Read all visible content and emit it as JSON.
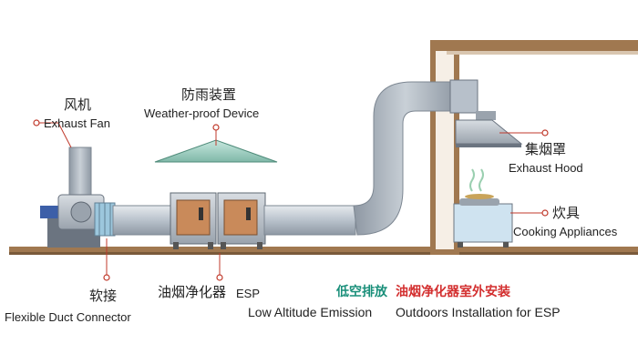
{
  "labels": {
    "exhaust_fan_zh": "风机",
    "exhaust_fan_en": "Exhaust Fan",
    "weather_zh": "防雨装置",
    "weather_en": "Weather-proof Device",
    "hood_zh": "集烟罩",
    "hood_en": "Exhaust Hood",
    "cooking_zh": "炊具",
    "cooking_en": "Cooking Appliances",
    "connector_zh": "软接",
    "connector_en": "Flexible Duct Connector",
    "esp_zh": "油烟净化器",
    "esp_en": "ESP",
    "low_alt_zh": "低空排放",
    "low_alt_en": "Low Altitude Emission",
    "outdoor_zh": "油烟净化器室外安装",
    "outdoor_en": "Outdoors Installation for ESP"
  },
  "colors": {
    "leader": "#c0392b",
    "low_alt": "#1a8f7a",
    "outdoor": "#d32f2f",
    "duct": "#b9c2cc",
    "esp_panel": "#c98a5a"
  }
}
